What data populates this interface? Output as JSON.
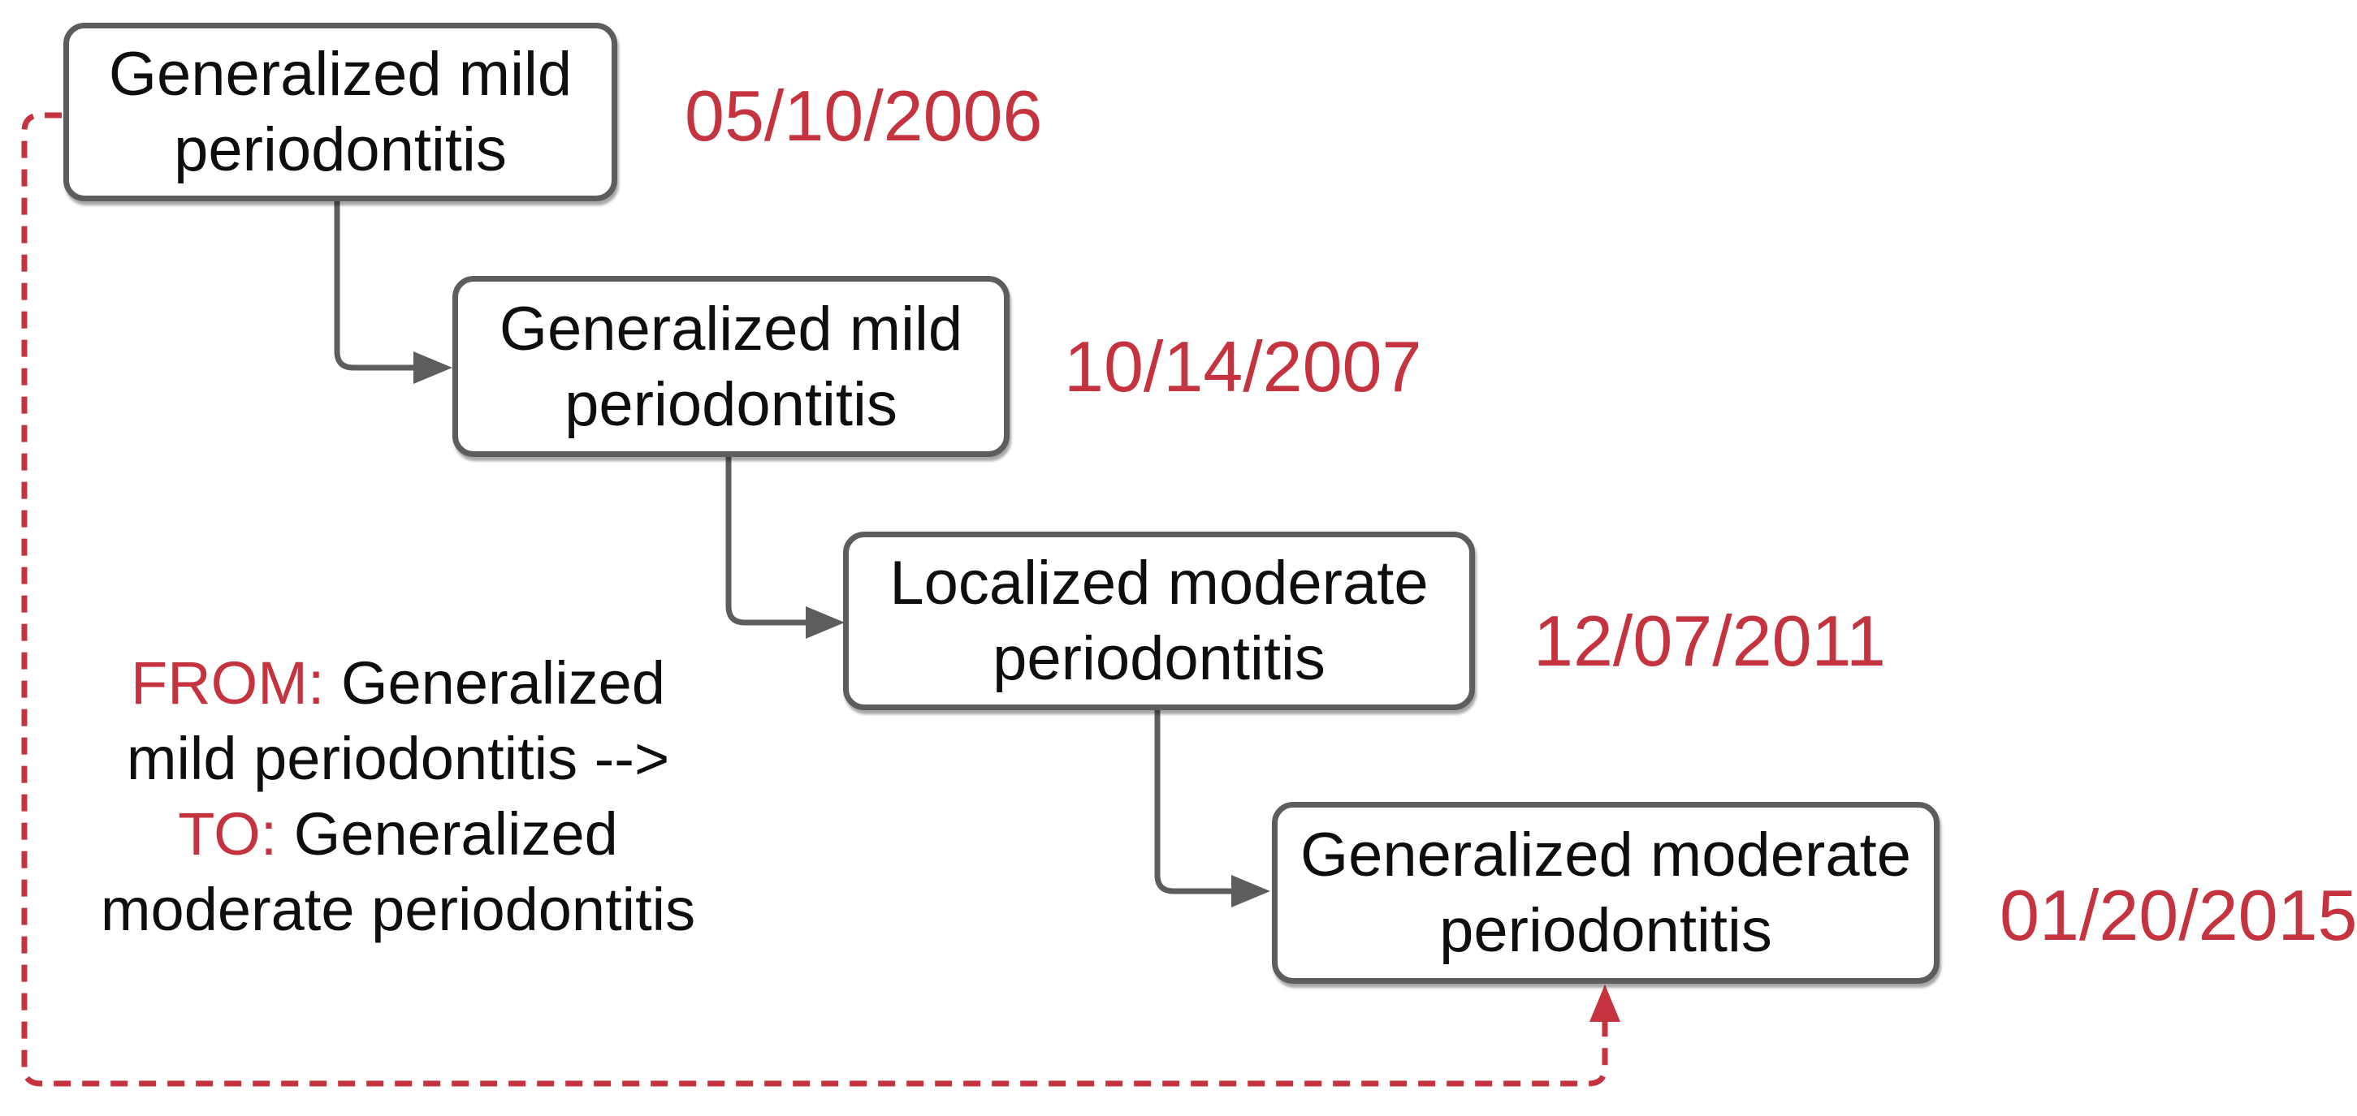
{
  "diagram": {
    "nodes": [
      {
        "line1": "Generalized mild",
        "line2": "periodontitis",
        "date": "05/10/2006"
      },
      {
        "line1": "Generalized mild",
        "line2": "periodontitis",
        "date": "10/14/2007"
      },
      {
        "line1": "Localized moderate",
        "line2": "periodontitis",
        "date": "12/07/2011"
      },
      {
        "line1": "Generalized moderate",
        "line2": "periodontitis",
        "date": "01/20/2015"
      }
    ],
    "annotation": {
      "from_label": "FROM:",
      "from_rest": " Generalized",
      "line2": "mild periodontitis -->",
      "to_label": "TO:",
      "to_rest": " Generalized",
      "line4": "moderate periodontitis"
    },
    "colors": {
      "accent_red": "#c4333e",
      "connector_gray": "#5d5d5d",
      "text_black": "#0e0e0e"
    }
  }
}
